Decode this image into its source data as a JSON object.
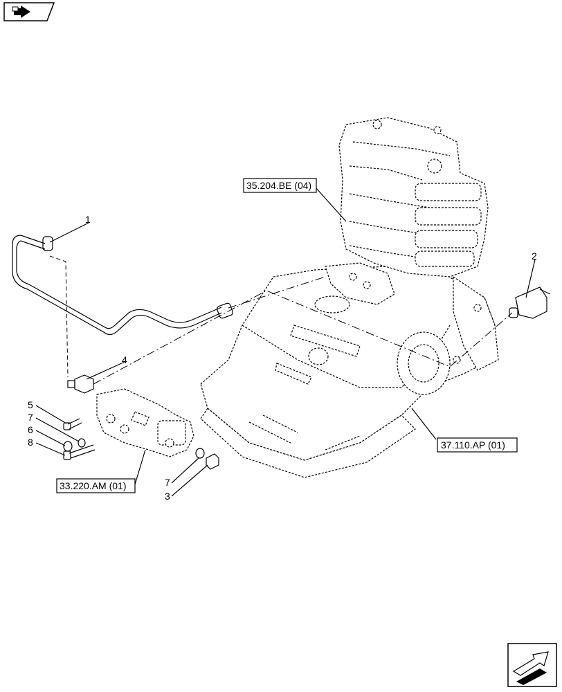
{
  "diagram": {
    "callouts": [
      {
        "id": "c1",
        "text": "1"
      },
      {
        "id": "c2",
        "text": "2"
      },
      {
        "id": "c3",
        "text": "3"
      },
      {
        "id": "c4",
        "text": "4"
      },
      {
        "id": "c5",
        "text": "5"
      },
      {
        "id": "c6",
        "text": "6"
      },
      {
        "id": "c7a",
        "text": "7"
      },
      {
        "id": "c7b",
        "text": "7"
      },
      {
        "id": "c8",
        "text": "8"
      }
    ],
    "references": [
      {
        "id": "r1",
        "text": "35.204.BE (04)"
      },
      {
        "id": "r2",
        "text": "37.110.AP (01)"
      },
      {
        "id": "r3",
        "text": "33.220.AM (01)"
      }
    ]
  }
}
